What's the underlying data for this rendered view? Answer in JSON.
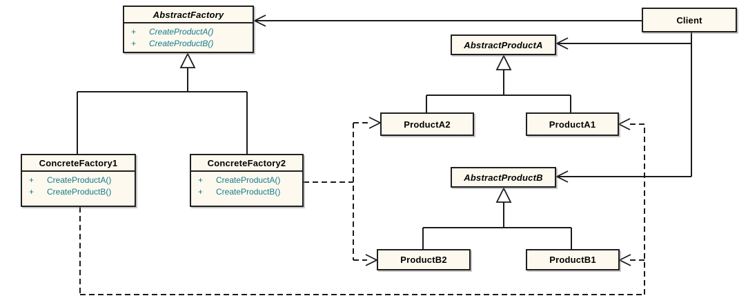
{
  "colors": {
    "box_fill": "#FDF9EE",
    "box_border": "#1F1F1F",
    "line": "#1A1A1A",
    "method_text": "#137A8B",
    "canvas_bg": "#FFFFFF"
  },
  "classes": {
    "abstract_factory": {
      "name": "AbstractFactory",
      "stereotype": "abstract",
      "methods": [
        {
          "vis": "+",
          "sig": "CreateProductA()"
        },
        {
          "vis": "+",
          "sig": "CreateProductB()"
        }
      ]
    },
    "client": {
      "name": "Client"
    },
    "abstract_product_a": {
      "name": "AbstractProductA",
      "stereotype": "abstract"
    },
    "product_a2": {
      "name": "ProductA2"
    },
    "product_a1": {
      "name": "ProductA1"
    },
    "concrete_factory1": {
      "name": "ConcreteFactory1",
      "methods": [
        {
          "vis": "+",
          "sig": "CreateProductA()"
        },
        {
          "vis": "+",
          "sig": "CreateProductB()"
        }
      ]
    },
    "concrete_factory2": {
      "name": "ConcreteFactory2",
      "methods": [
        {
          "vis": "+",
          "sig": "CreateProductA()"
        },
        {
          "vis": "+",
          "sig": "CreateProductB()"
        }
      ]
    },
    "abstract_product_b": {
      "name": "AbstractProductB",
      "stereotype": "abstract"
    },
    "product_b2": {
      "name": "ProductB2"
    },
    "product_b1": {
      "name": "ProductB1"
    }
  },
  "relationships": [
    {
      "type": "association-arrow",
      "from": "Client",
      "to": "AbstractFactory"
    },
    {
      "type": "association-arrow",
      "from": "Client",
      "to": "AbstractProductA"
    },
    {
      "type": "association-arrow",
      "from": "Client",
      "to": "AbstractProductB"
    },
    {
      "type": "generalization",
      "from": "ConcreteFactory1",
      "to": "AbstractFactory"
    },
    {
      "type": "generalization",
      "from": "ConcreteFactory2",
      "to": "AbstractFactory"
    },
    {
      "type": "generalization",
      "from": "ProductA2",
      "to": "AbstractProductA"
    },
    {
      "type": "generalization",
      "from": "ProductA1",
      "to": "AbstractProductA"
    },
    {
      "type": "generalization",
      "from": "ProductB2",
      "to": "AbstractProductB"
    },
    {
      "type": "generalization",
      "from": "ProductB1",
      "to": "AbstractProductB"
    },
    {
      "type": "dashed-dependency",
      "from": "ConcreteFactory2",
      "to": "ProductA2"
    },
    {
      "type": "dashed-dependency",
      "from": "ConcreteFactory2",
      "to": "ProductB2"
    },
    {
      "type": "dashed-dependency",
      "from": "ConcreteFactory1",
      "to": "ProductA1"
    },
    {
      "type": "dashed-dependency",
      "from": "ConcreteFactory1",
      "to": "ProductB1"
    }
  ]
}
